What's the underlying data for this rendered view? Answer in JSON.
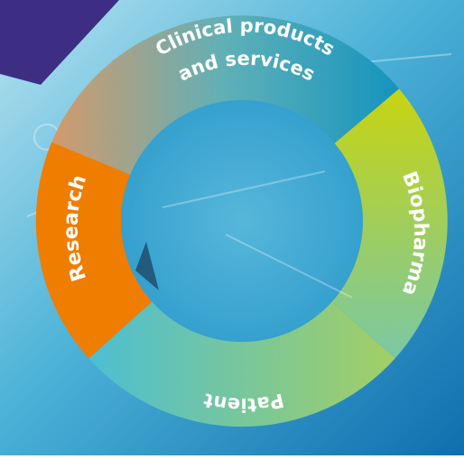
{
  "diagram": {
    "segments": [
      {
        "id": "clinical",
        "line1": "Clinical products",
        "line2": "and services"
      },
      {
        "id": "biopharma",
        "label": "Biopharma"
      },
      {
        "id": "patient",
        "label": "Patient"
      },
      {
        "id": "research",
        "label": "Research"
      }
    ]
  },
  "colors": {
    "background_light": "#8fd1e6",
    "background_mid": "#2aa0cc",
    "background_dark": "#0f6fae",
    "corner_purple": "#3d2e83",
    "clinical_start": "#d39a6c",
    "clinical_end": "#1594be",
    "biopharma_top": "#c8d410",
    "biopharma_bottom": "#74c7b0",
    "patient_left": "#4dbed3",
    "patient_right": "#a3cf64",
    "research": "#ef7d00"
  }
}
